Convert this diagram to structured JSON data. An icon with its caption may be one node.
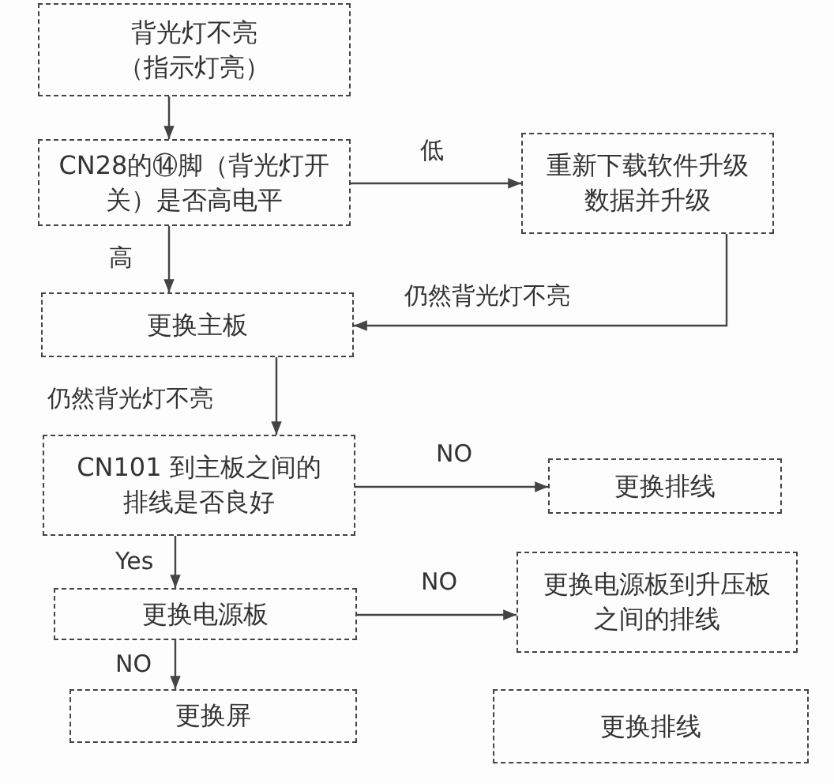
{
  "diagram": {
    "nodes": [
      {
        "text": [
          "背光灯不亮（指示灯亮）"
        ]
      },
      {
        "text": [
          "CN28的⑭脚（背光灯开关）是否高电平"
        ]
      },
      {
        "text": [
          "重新下载软件升级数据并升级"
        ]
      },
      {
        "text": [
          "更换主板"
        ]
      },
      {
        "text": [
          "CN101 到主板之间的排线是否良好"
        ]
      },
      {
        "text": [
          "更换排线"
        ]
      },
      {
        "text": [
          "更换电源板到升压板之间的排线"
        ]
      },
      {
        "text": [
          "更换电源板"
        ]
      },
      {
        "text": [
          "更换屏"
        ]
      },
      {
        "text": [
          "更换排线"
        ]
      }
    ],
    "edges": [
      {
        "from": 0,
        "to": 1,
        "arrow": "to"
      },
      {
        "from": 1,
        "to": 2,
        "arrow": "to",
        "label": "低"
      },
      {
        "from": 1,
        "to": 3,
        "arrow": "to",
        "label": "高"
      },
      {
        "from": 2,
        "to": 3,
        "arrow": "to",
        "label": "仍然背光灯不亮"
      },
      {
        "from": 3,
        "to": 4,
        "arrow": "to",
        "label": "仍然背光灯不亮"
      },
      {
        "from": 4,
        "to": 5,
        "arrow": "to",
        "label": "NO"
      },
      {
        "from": 4,
        "to": 7,
        "arrow": "to",
        "label": "Yes"
      },
      {
        "from": 7,
        "to": 6,
        "arrow": "to",
        "label": "NO"
      },
      {
        "from": 7,
        "to": 8,
        "arrow": "to",
        "label": "NO"
      }
    ]
  }
}
